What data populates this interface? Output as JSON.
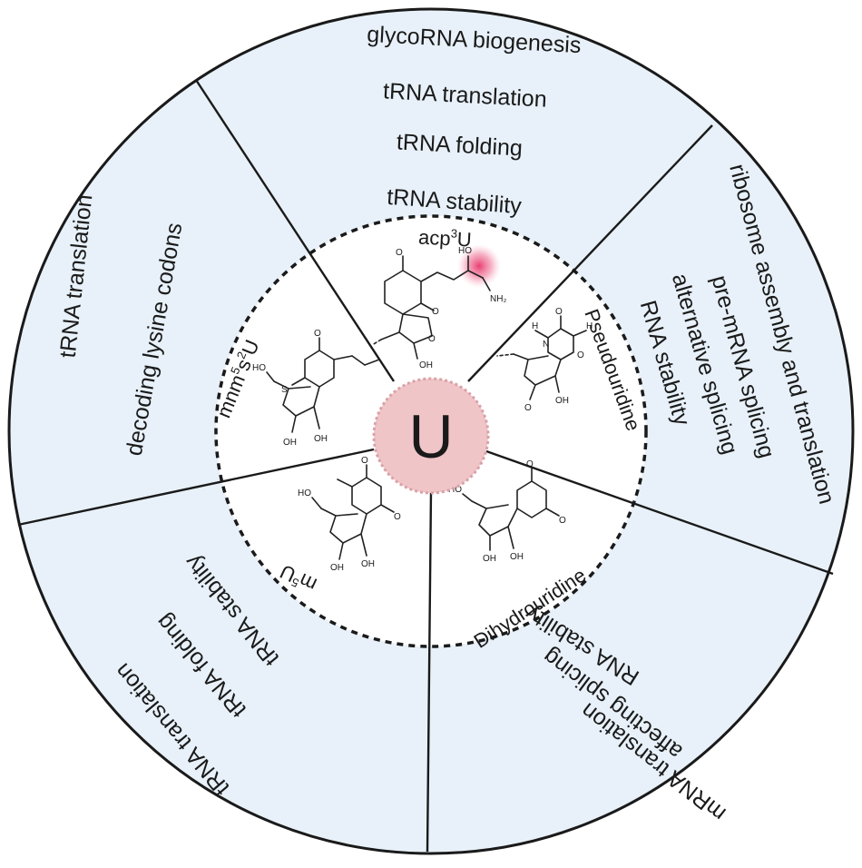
{
  "center": {
    "label": "U"
  },
  "colors": {
    "outer_fill": "#e8f1f9",
    "inner_fill": "#ffffff",
    "center_fill": "#f0c5c8",
    "center_ring": "#d9a2a6",
    "stroke": "#1a1a1a",
    "highlight": "#e8356a"
  },
  "sectors": [
    {
      "id": "acp3U",
      "modification": {
        "base": "acp",
        "sup": "3",
        "suffix": "U"
      },
      "functions": [
        "glycoRNA biogenesis",
        "tRNA translation",
        "tRNA folding",
        "tRNA stability"
      ],
      "structure_atoms": [
        "HO",
        "O",
        "NH₂"
      ]
    },
    {
      "id": "pseudouridine",
      "modification": {
        "base": "Pseudouridine"
      },
      "functions": [
        "ribosome assembly and  translation",
        "pre-mRNA splicing",
        "alternative splicing",
        "RNA stability"
      ],
      "structure_atoms": [
        "H",
        "N",
        "O",
        "H"
      ]
    },
    {
      "id": "dihydrouridine",
      "modification": {
        "base": "Dihydrouridine"
      },
      "functions": [
        "RNA stability",
        "affecting splicing",
        "mRNA translation"
      ],
      "structure_atoms": [
        "HO",
        "OH",
        "OH",
        "O",
        "O"
      ]
    },
    {
      "id": "m5U",
      "modification": {
        "base": "m",
        "sup": "5",
        "suffix": "U"
      },
      "functions": [
        "tRNA stability",
        "tRNA folding",
        "tRNA translation"
      ],
      "structure_atoms": [
        "HO",
        "OH",
        "OH",
        "O",
        "O"
      ]
    },
    {
      "id": "mnm5s2U",
      "modification": {
        "base": "mnm",
        "sup": "5",
        "mid": "s",
        "sup2": "2",
        "suffix": "U"
      },
      "functions": [
        "tRNA translation",
        "decoding lysine codons"
      ],
      "structure_atoms": [
        "HO",
        "OH",
        "OH",
        "O",
        "S"
      ]
    }
  ]
}
